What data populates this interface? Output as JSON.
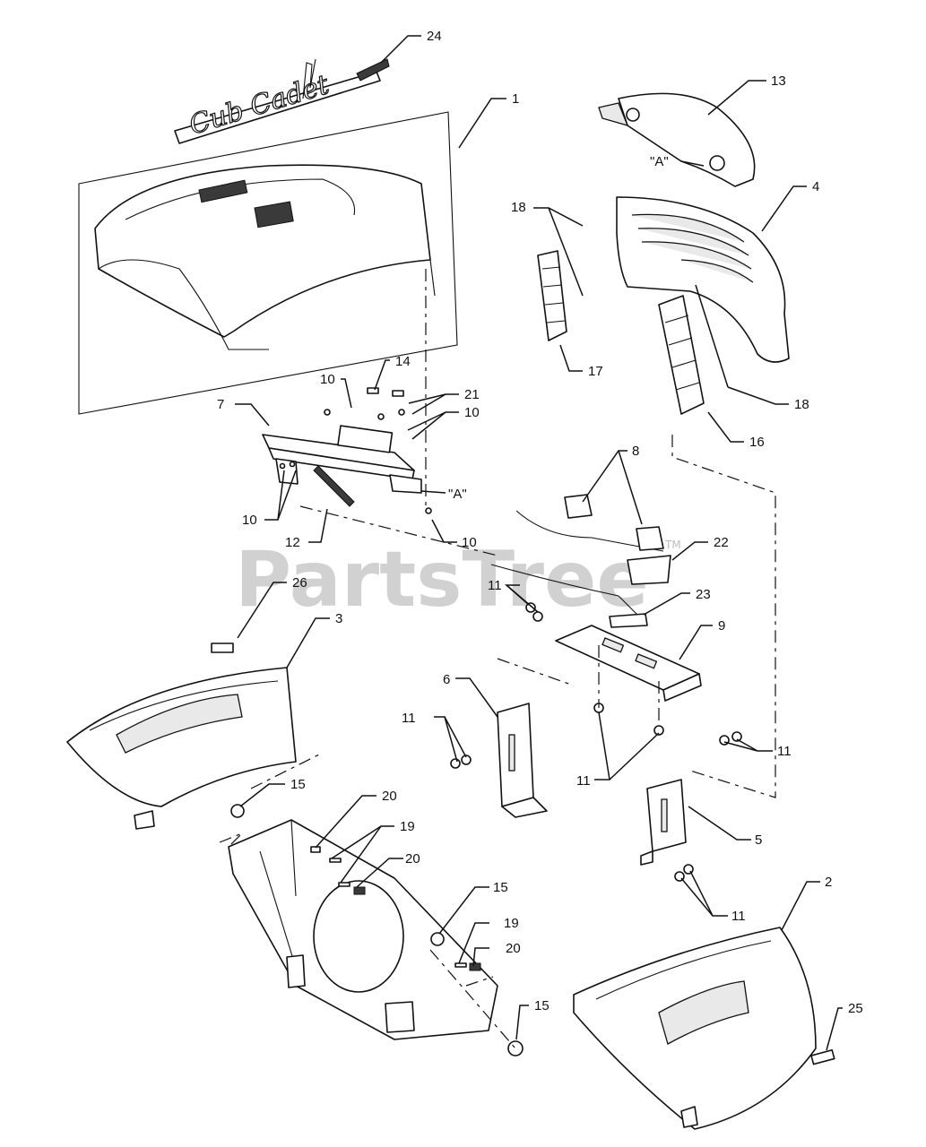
{
  "watermark": {
    "text": "PartsTree",
    "trademark": "TM"
  },
  "logo_text": "Cub Cadet",
  "quote_label": "\"A\"",
  "callouts": [
    {
      "id": "c24",
      "label": "24"
    },
    {
      "id": "c1",
      "label": "1"
    },
    {
      "id": "c13",
      "label": "13"
    },
    {
      "id": "c4",
      "label": "4"
    },
    {
      "id": "c18a",
      "label": "18"
    },
    {
      "id": "c18b",
      "label": "18"
    },
    {
      "id": "c17",
      "label": "17"
    },
    {
      "id": "c16",
      "label": "16"
    },
    {
      "id": "c14",
      "label": "14"
    },
    {
      "id": "c10a",
      "label": "10"
    },
    {
      "id": "c21",
      "label": "21"
    },
    {
      "id": "c10b",
      "label": "10"
    },
    {
      "id": "c7",
      "label": "7"
    },
    {
      "id": "c10c",
      "label": "10"
    },
    {
      "id": "c12",
      "label": "12"
    },
    {
      "id": "c10d",
      "label": "10"
    },
    {
      "id": "c8",
      "label": "8"
    },
    {
      "id": "c22",
      "label": "22"
    },
    {
      "id": "c11a",
      "label": "11"
    },
    {
      "id": "c23",
      "label": "23"
    },
    {
      "id": "c26",
      "label": "26"
    },
    {
      "id": "c3",
      "label": "3"
    },
    {
      "id": "c9",
      "label": "9"
    },
    {
      "id": "c6",
      "label": "6"
    },
    {
      "id": "c11b",
      "label": "11"
    },
    {
      "id": "c11c",
      "label": "11"
    },
    {
      "id": "c11d",
      "label": "11"
    },
    {
      "id": "c15a",
      "label": "15"
    },
    {
      "id": "c20a",
      "label": "20"
    },
    {
      "id": "c19a",
      "label": "19"
    },
    {
      "id": "c20b",
      "label": "20"
    },
    {
      "id": "c5",
      "label": "5"
    },
    {
      "id": "c15b",
      "label": "15"
    },
    {
      "id": "c11e",
      "label": "11"
    },
    {
      "id": "c2",
      "label": "2"
    },
    {
      "id": "c19b",
      "label": "19"
    },
    {
      "id": "c20c",
      "label": "20"
    },
    {
      "id": "c15c",
      "label": "15"
    },
    {
      "id": "c25",
      "label": "25"
    }
  ]
}
